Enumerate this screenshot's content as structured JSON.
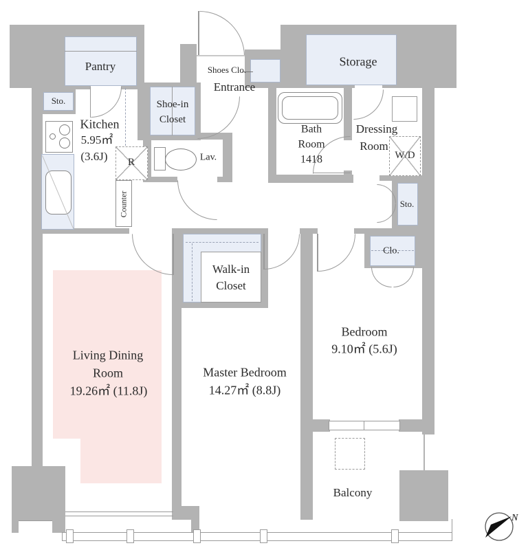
{
  "title": "Apartment floor plan",
  "rooms": {
    "pantry": {
      "label": "Pantry"
    },
    "storage_kitchen": {
      "label": "Sto."
    },
    "kitchen": {
      "name": "Kitchen",
      "area": "5.95㎡",
      "tatami": "(3.6J)"
    },
    "shoe_in_closet": {
      "line1": "Shoe-in",
      "line2": "Closet"
    },
    "shoes_closet": {
      "label": "Shoes Clo."
    },
    "entrance": {
      "label": "Entrance"
    },
    "storage": {
      "label": "Storage"
    },
    "bath": {
      "line1": "Bath",
      "line2": "Room",
      "line3": "1418"
    },
    "dressing": {
      "line1": "Dressing",
      "line2": "Room"
    },
    "washer_dryer": {
      "label": "W/D"
    },
    "storage_hall": {
      "label": "Sto."
    },
    "closet": {
      "label": "Clo."
    },
    "lavatory": {
      "label": "Lav."
    },
    "refrigerator": {
      "label": "R"
    },
    "counter": {
      "label": "Counter"
    },
    "walk_in_closet": {
      "line1": "Walk-in",
      "line2": "Closet"
    },
    "living_dining": {
      "line1": "Living Dining",
      "line2": "Room",
      "line3": "19.26㎡ (11.8J)"
    },
    "master_bedroom": {
      "line1": "Master Bedroom",
      "line2": "14.27㎡ (8.8J)"
    },
    "bedroom": {
      "line1": "Bedroom",
      "line2": "9.10㎡ (5.6J)"
    },
    "balcony": {
      "label": "Balcony"
    }
  },
  "compass": {
    "label": "N"
  },
  "colors": {
    "wall": "#b3b3b3",
    "room_blue": "#e9eef7",
    "ldk_pink": "#fbe6e4",
    "line": "#9a9a9a",
    "text": "#2b2b2b"
  }
}
